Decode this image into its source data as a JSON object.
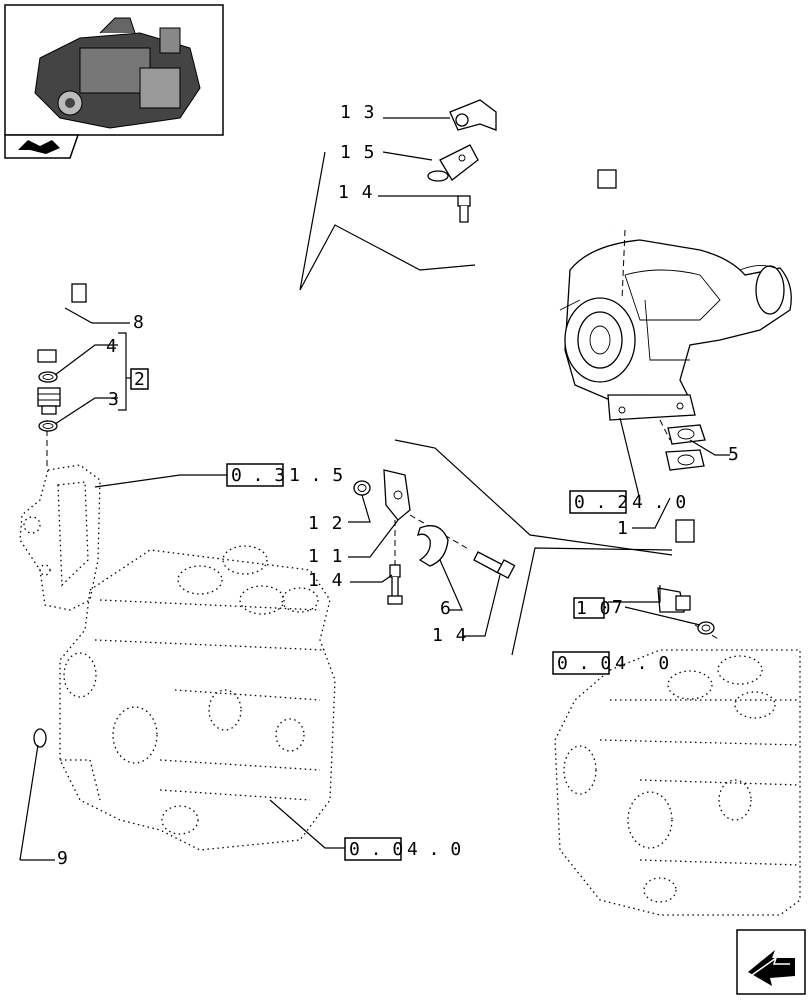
{
  "callouts": {
    "c13": "1 3",
    "c15": "1 5",
    "c14_top": "1 4",
    "c8": "8",
    "c4": "4",
    "c2": "2",
    "c3": "3",
    "c5": "5",
    "c1": "1",
    "c12": "1 2",
    "c11": "1 1",
    "c14_mid": "1 4",
    "c6": "6",
    "c14_bot": "1 4",
    "c10": "1 0",
    "c7": "7",
    "c9": "9"
  },
  "references": {
    "ref_0315": {
      "boxed": "0 . 3",
      "rest": "1 . 5"
    },
    "ref_0240": {
      "boxed": "0 . 2",
      "rest": "4 . 0"
    },
    "ref_0040_right": {
      "boxed": "0 . 0",
      "rest": "4 . 0"
    },
    "ref_0040_bottom": {
      "boxed": "0 . 0",
      "rest": "4 . 0"
    }
  },
  "icons": {
    "thumbnail": "engine-thumbnail-icon",
    "catalog": "catalog-tab-icon",
    "next": "next-page-arrow-icon"
  }
}
